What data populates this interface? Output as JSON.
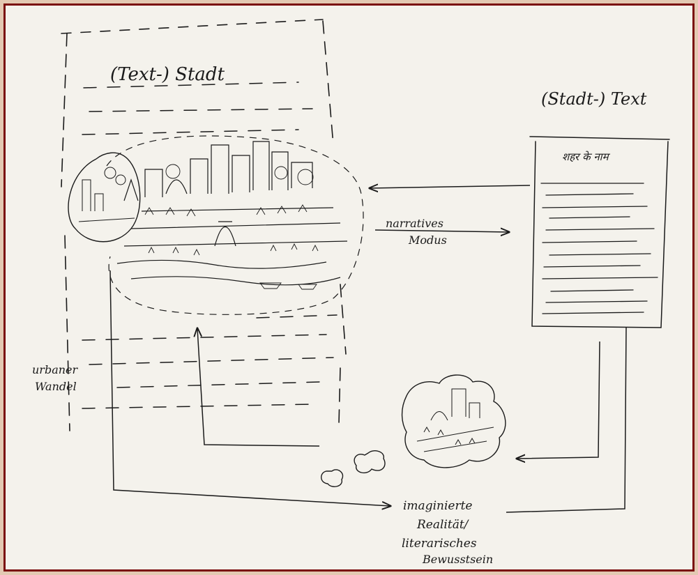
{
  "labels": {
    "text_stadt": "(Text-) Stadt",
    "stadt_text": "(Stadt-) Text",
    "hindi_title": "शहर के नाम",
    "narratives": "narratives",
    "modus": "Modus",
    "urbaner": "urbaner",
    "wandel": "Wandel",
    "imaginierte": "imaginierte",
    "realitaet": "Realität/",
    "literarisches": "literarisches",
    "bewusstsein": "Bewusstsein"
  },
  "colors": {
    "ink": "#1a1a1a",
    "paper": "#f4f2ec",
    "frame_border": "#7a0c0c",
    "frame_bg": "#e3c9b2"
  }
}
